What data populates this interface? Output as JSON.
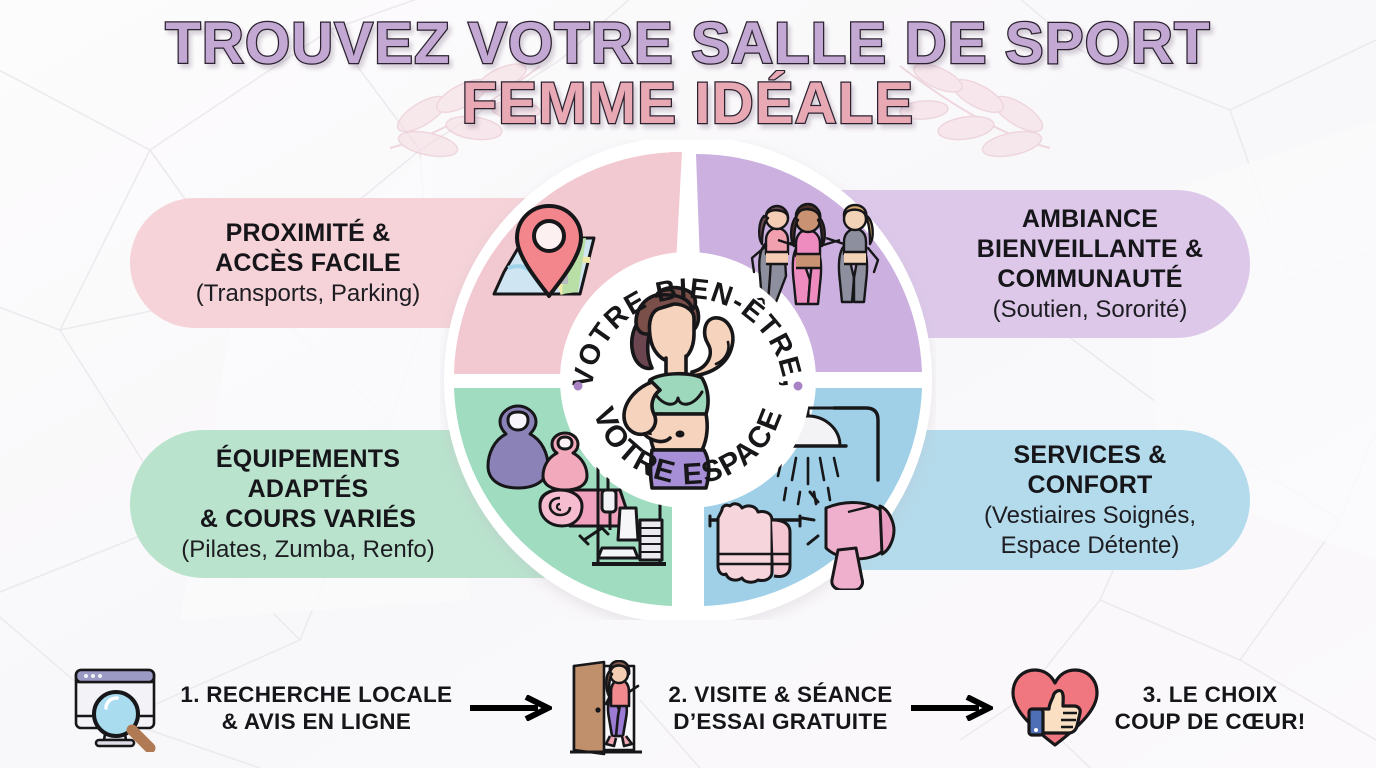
{
  "title": {
    "line1": "TROUVEZ VOTRE SALLE DE SPORT",
    "line2": "FEMME IDÉALE",
    "color_line1": "#c3a8d4",
    "color_line2": "#e8a8b4"
  },
  "center_badge": {
    "arc_top": "VOTRE BIEN-ÊTRE,",
    "arc_bottom": "VOTRE ESPACE",
    "illustration": "flexing-woman",
    "dot_color": "#a882c4"
  },
  "wheel": {
    "quadrants": [
      {
        "id": "top-left",
        "color": "#f3c9d1",
        "icon": "map-pin-icon"
      },
      {
        "id": "top-right",
        "color": "#cbb0e0",
        "icon": "three-women-icon"
      },
      {
        "id": "bottom-left",
        "color": "#9fdcc0",
        "icon": "gym-equipment-icon"
      },
      {
        "id": "bottom-right",
        "color": "#9fd0e8",
        "icon": "shower-towel-hairdryer-icon"
      }
    ]
  },
  "pills": {
    "top_left": {
      "title": "PROXIMITÉ &\nACCÈS FACILE",
      "subtitle": "(Transports, Parking)",
      "color": "#f5d3d8"
    },
    "top_right": {
      "title": "AMBIANCE\nBIENVEILLANTE &\nCOMMUNAUTÉ",
      "subtitle": "(Soutien, Sororité)",
      "color": "#ddc8ea"
    },
    "bottom_left": {
      "title": "ÉQUIPEMENTS\nADAPTÉS\n& COURS VARIÉS",
      "subtitle": "(Pilates, Zumba, Renfo)",
      "color": "#b9e3cd"
    },
    "bottom_right": {
      "title": "SERVICES &\nCONFORT",
      "subtitle": "(Vestiaires Soignés,\nEspace Détente)",
      "color": "#b4dbeb"
    }
  },
  "steps": [
    {
      "label": "1. RECHERCHE LOCALE\n& AVIS EN LIGNE",
      "icon": "monitor-search-icon"
    },
    {
      "label": "2. VISITE & SÉANCE\nD’ESSAI GRATUITE",
      "icon": "open-door-person-icon"
    },
    {
      "label": "3. LE CHOIX\nCOUP DE CŒUR!",
      "icon": "heart-thumbs-up-icon"
    }
  ],
  "arrows": {
    "glyph": "arrow-right-icon",
    "color": "#000000"
  }
}
